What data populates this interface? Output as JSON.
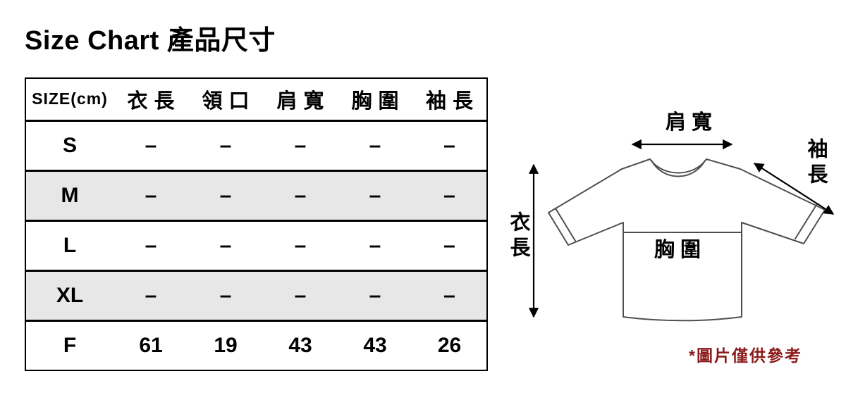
{
  "title": "Size Chart 產品尺寸",
  "table": {
    "size_header": "SIZE(cm)",
    "headers": [
      "衣長",
      "領口",
      "肩寬",
      "胸圍",
      "袖長"
    ],
    "rows": [
      {
        "size": "S",
        "values": [
          "–",
          "–",
          "–",
          "–",
          "–"
        ]
      },
      {
        "size": "M",
        "values": [
          "–",
          "–",
          "–",
          "–",
          "–"
        ]
      },
      {
        "size": "L",
        "values": [
          "–",
          "–",
          "–",
          "–",
          "–"
        ]
      },
      {
        "size": "XL",
        "values": [
          "–",
          "–",
          "–",
          "–",
          "–"
        ]
      },
      {
        "size": "F",
        "values": [
          "61",
          "19",
          "43",
          "43",
          "26"
        ]
      }
    ]
  },
  "diagram": {
    "shoulder_label": "肩寬",
    "sleeve_label": "袖長",
    "length_label": "衣長",
    "chest_label": "胸圍",
    "note": "*圖片僅供參考"
  },
  "colors": {
    "row_shade": "#e7e7e7",
    "note": "#8b1a1a",
    "line": "#4f4f4f"
  }
}
